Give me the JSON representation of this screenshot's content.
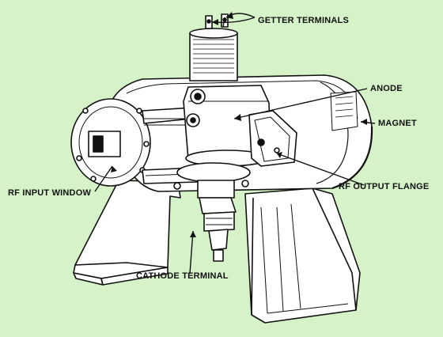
{
  "background_color": "#d6f2c9",
  "line_color": "#111111",
  "body_color": "#ffffff",
  "labels": {
    "getter_terminals": "GETTER TERMINALS",
    "anode": "ANODE",
    "magnet": "MAGNET",
    "rf_output_flange": "RF OUTPUT FLANGE",
    "rf_input_window": "RF INPUT WINDOW",
    "cathode_terminal": "CATHODE TERMINAL"
  }
}
